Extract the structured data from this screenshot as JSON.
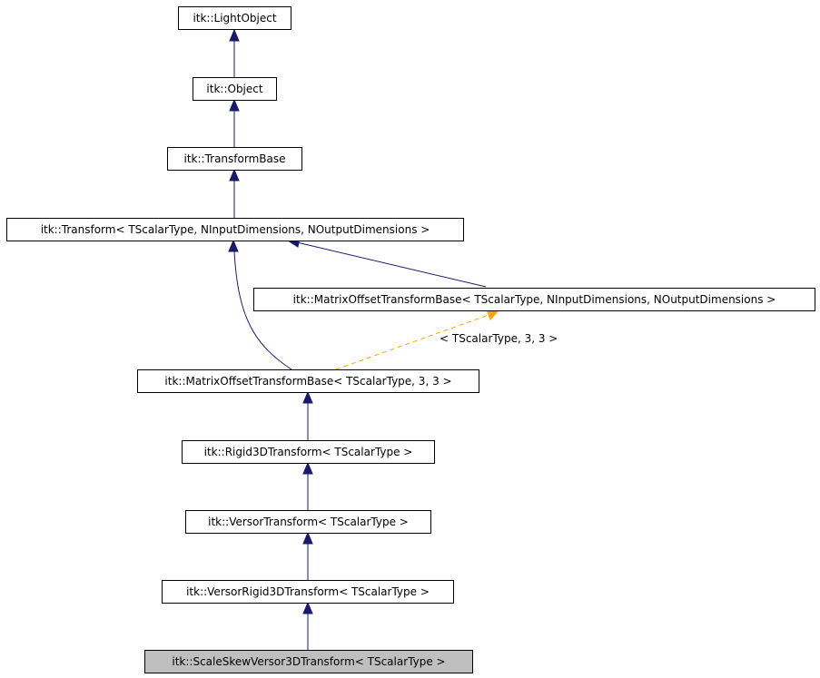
{
  "nodes": {
    "light_object": "itk::LightObject",
    "object": "itk::Object",
    "transform_base": "itk::TransformBase",
    "transform": "itk::Transform< TScalarType, NInputDimensions, NOutputDimensions >",
    "matrix_offset_template": "itk::MatrixOffsetTransformBase< TScalarType, NInputDimensions, NOutputDimensions >",
    "matrix_offset_instance": "itk::MatrixOffsetTransformBase< TScalarType, 3, 3 >",
    "rigid3d": "itk::Rigid3DTransform< TScalarType >",
    "versor": "itk::VersorTransform< TScalarType >",
    "versor_rigid3d": "itk::VersorRigid3DTransform< TScalarType >",
    "scale_skew_versor3d": "itk::ScaleSkewVersor3DTransform< TScalarType >"
  },
  "edge_labels": {
    "template_args": "< TScalarType, 3, 3 >"
  },
  "colors": {
    "inheritance_edge": "#191970",
    "template_edge": "#ffa500",
    "current_node_fill": "#bfbfbf",
    "node_fill": "#ffffff"
  }
}
